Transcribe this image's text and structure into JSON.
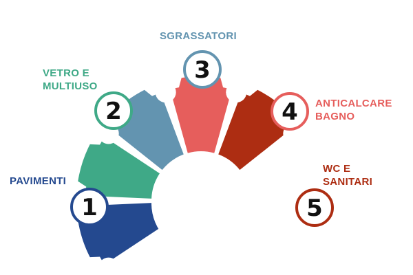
{
  "segments": [
    {
      "number": "1",
      "label_lines": [
        "PAVIMENTI"
      ],
      "color": "#24498f"
    },
    {
      "number": "2",
      "label_lines": [
        "VETRO E",
        "MULTIUSO"
      ],
      "color": "#3fa987"
    },
    {
      "number": "3",
      "label_lines": [
        "SGRASSATORI"
      ],
      "color": "#6394b0"
    },
    {
      "number": "4",
      "label_lines": [
        "ANTICALCARE",
        "BAGNO"
      ],
      "color": "#e65e5c"
    },
    {
      "number": "5",
      "label_lines": [
        "WC E",
        "SANITARI"
      ],
      "color": "#ad2d12"
    }
  ]
}
